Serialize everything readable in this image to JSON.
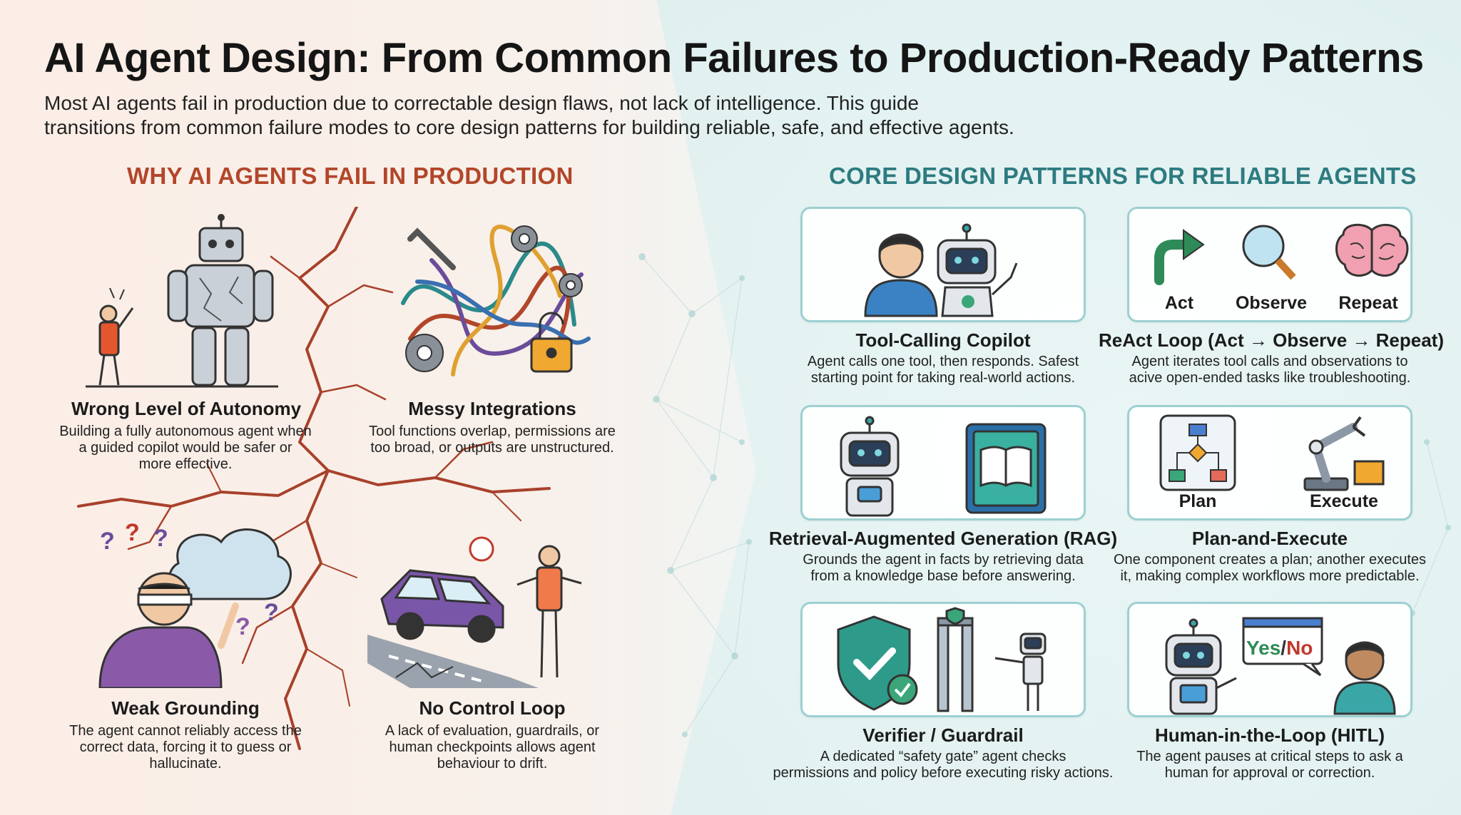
{
  "header": {
    "title": "AI Agent Design: From Common Failures to Production-Ready Patterns",
    "subtitle_line1": "Most AI agents fail in production due to correctable design flaws, not lack of intelligence. This guide",
    "subtitle_line2": "transitions from common failure modes to core design patterns for building reliable, safe, and effective agents."
  },
  "failures": {
    "heading": "WHY AI AGENTS FAIL IN PRODUCTION",
    "items": [
      {
        "title": "Wrong Level of Autonomy",
        "desc": [
          "Building a fully autonomous agent when",
          "a guided copilot would be safer or",
          "more effective."
        ]
      },
      {
        "title": "Messy Integrations",
        "desc": [
          "Tool functions overlap, permissions are",
          "too broad, or outputs are unstructured."
        ]
      },
      {
        "title": "Weak Grounding",
        "desc": [
          "The agent cannot reliably access the",
          "correct data, forcing it to guess or",
          "hallucinate."
        ]
      },
      {
        "title": "No Control Loop",
        "desc": [
          "A lack of evaluation, guardrails, or",
          "human checkpoints allows agent",
          "behaviour to drift."
        ]
      }
    ]
  },
  "patterns": {
    "heading": "CORE DESIGN PATTERNS FOR RELIABLE AGENTS",
    "items": [
      {
        "title": "Tool-Calling Copilot",
        "desc": [
          "Agent calls one tool, then responds. Safest",
          "starting point for taking real-world actions."
        ]
      },
      {
        "title": "ReAct Loop (Act → Observe → Repeat)",
        "labels": [
          "Act",
          "Observe",
          "Repeat"
        ],
        "desc": [
          "Agent iterates tool calls and observations to",
          "acive open-ended tasks like troubleshooting."
        ]
      },
      {
        "title": "Retrieval-Augmented Generation (RAG)",
        "desc": [
          "Grounds the agent in facts by retrieving data",
          "from a knowledge base before answering."
        ]
      },
      {
        "title": "Plan-and-Execute",
        "labels": [
          "Plan",
          "Execute"
        ],
        "desc": [
          "One component creates a plan; another executes",
          "it, making complex workflows more predictable."
        ]
      },
      {
        "title": "Verifier / Guardrail",
        "desc": [
          "A dedicated “safety gate” agent checks",
          "permissions and policy before executing risky actions."
        ]
      },
      {
        "title": "Human-in-the-Loop (HITL)",
        "bubble_yes": "Yes",
        "bubble_sep": "/",
        "bubble_no": "No",
        "desc": [
          "The agent pauses at critical steps to ask a",
          "human for approval or correction."
        ]
      }
    ]
  },
  "colors": {
    "fail_heading": "#b2462a",
    "pattern_heading": "#2d7b80",
    "card_border": "#9dd0d2",
    "crack": "#a8412b",
    "yes": "#2e8b57",
    "no": "#c0392b"
  }
}
